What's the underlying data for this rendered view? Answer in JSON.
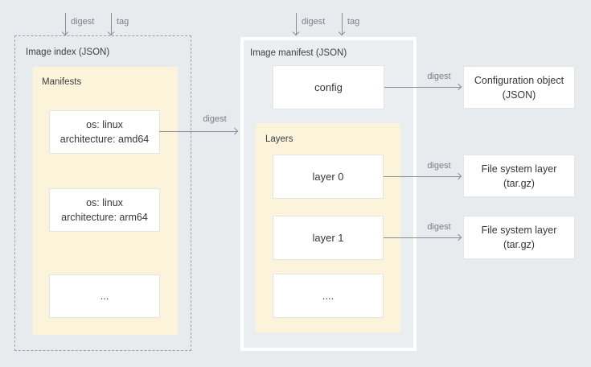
{
  "image_index": {
    "title": "Image index (JSON)",
    "top_arrows": [
      {
        "label": "digest"
      },
      {
        "label": "tag"
      }
    ],
    "manifests": {
      "title": "Manifests",
      "items": [
        {
          "line1": "os: linux",
          "line2": "architecture: amd64"
        },
        {
          "line1": "os: linux",
          "line2": "architecture: arm64"
        },
        {
          "line1": "..."
        }
      ]
    }
  },
  "index_to_manifest_arrow": {
    "label": "digest"
  },
  "image_manifest": {
    "title": "Image manifest (JSON)",
    "top_arrows": [
      {
        "label": "digest"
      },
      {
        "label": "tag"
      }
    ],
    "config_label": "config",
    "layers": {
      "title": "Layers",
      "items": [
        {
          "label": "layer 0"
        },
        {
          "label": "layer 1"
        },
        {
          "label": "...."
        }
      ]
    }
  },
  "right_column": {
    "items": [
      {
        "arrow_label": "digest",
        "line1": "Configuration object",
        "line2": "(JSON)"
      },
      {
        "arrow_label": "digest",
        "line1": "File system layer",
        "line2": "(tar.gz)"
      },
      {
        "arrow_label": "digest",
        "line1": "File system layer",
        "line2": "(tar.gz)"
      }
    ]
  },
  "colors": {
    "background": "#e8ebee",
    "panel_fill": "#ebeef1",
    "cream_fill": "#fbf3da",
    "arrow": "#878d93",
    "muted_label": "#7a7f85",
    "title_text": "#3c4043"
  }
}
